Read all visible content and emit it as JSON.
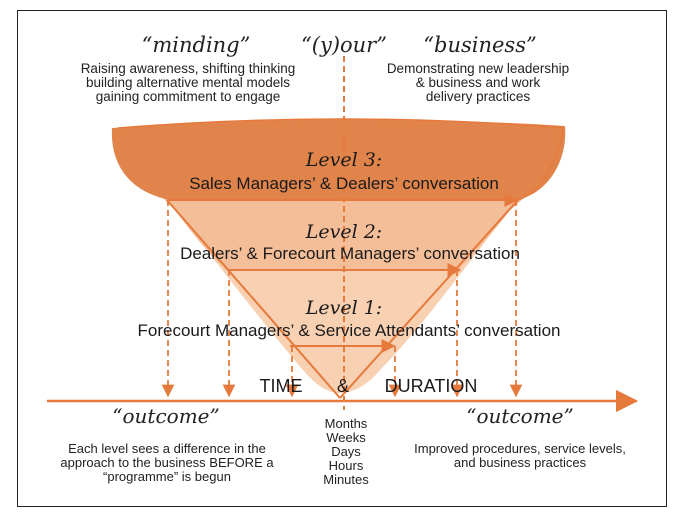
{
  "headings": {
    "minding": "“minding”",
    "your": "“(y)our”",
    "business": "“business”"
  },
  "minding_desc": [
    "Raising awareness, shifting thinking",
    "building alternative mental models",
    "gaining commitment to engage"
  ],
  "business_desc": [
    "Demonstrating new leadership",
    "& business and work",
    "delivery practices"
  ],
  "levels": [
    {
      "title": "Level 3:",
      "conversation": "Sales Managers’ & Dealers’ conversation"
    },
    {
      "title": "Level 2:",
      "conversation": "Dealers’ & Forecourt Managers’ conversation"
    },
    {
      "title": "Level 1:",
      "conversation": "Forecourt Managers’ & Service Attendants’ conversation"
    }
  ],
  "axis": {
    "time": "TIME",
    "amp": "&",
    "duration": "DURATION"
  },
  "durations": [
    "Months",
    "Weeks",
    "Days",
    "Hours",
    "Minutes"
  ],
  "outcome_left": {
    "heading": "“outcome”",
    "lines": [
      "Each level sees a difference in the",
      "approach to the business BEFORE a",
      "“programme” is begun"
    ]
  },
  "outcome_right": {
    "heading": "“outcome”",
    "lines": [
      "Improved procedures, service levels,",
      "and business practices"
    ]
  },
  "colors": {
    "dark_orange": "#e0854a",
    "mid_orange": "#f2b48a",
    "light_orange": "#f9d2b6",
    "line_orange": "#e67a3c"
  }
}
